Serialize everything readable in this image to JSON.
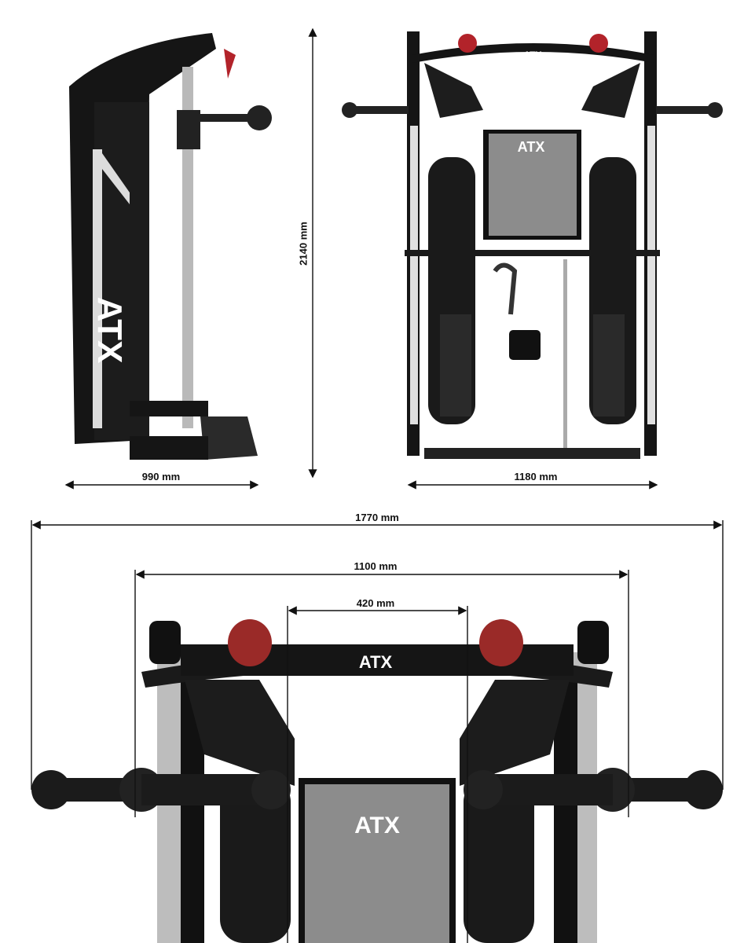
{
  "brand": "ATX",
  "colors": {
    "frame": "#151515",
    "steel": "#b9b9b9",
    "accent_red": "#b2232a",
    "plate": "#8c8c8c"
  },
  "dimensions": {
    "side_depth": "990 mm",
    "height": "2140 mm",
    "front_width": "1180 mm",
    "max_arm_span": "1770 mm",
    "pulley_span": "1100 mm",
    "handle_span": "420 mm"
  }
}
